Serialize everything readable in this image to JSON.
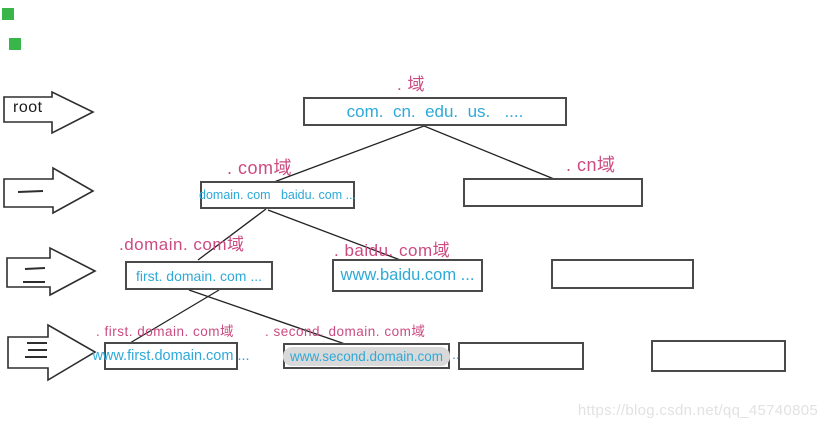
{
  "page": {
    "watermark": "https://blog.csdn.net/qq_45740805"
  },
  "legend": {
    "root_label": "root"
  },
  "nodes": {
    "root": {
      "zone": ". 域",
      "servers": "com.  cn.  edu.  us.   ...."
    },
    "com": {
      "zone": ". com域",
      "servers": "domain. com   baidu. com ..."
    },
    "cn": {
      "zone": ". cn域",
      "servers": ""
    },
    "domain_com": {
      "zone": ".domain. com域",
      "servers": "first. domain. com ..."
    },
    "baidu_com": {
      "zone": ". baidu. com域",
      "servers": "www.baidu.com ..."
    },
    "first_domain": {
      "zone": ". first. domain. com域",
      "servers": "www.first.domain.com ..."
    },
    "second_domain": {
      "zone": ". second. domain. com域",
      "servers": "www.second.domain.com"
    },
    "ellipsis": "..."
  },
  "colors": {
    "zone_label": "#cb4b80",
    "server_text": "#2ea9d8",
    "box_border": "#4a4a4a",
    "connector": "#222222",
    "watermark": "#e2e2e2",
    "marker_green": "#3ab54a",
    "highlight": "#d9d9d9"
  }
}
